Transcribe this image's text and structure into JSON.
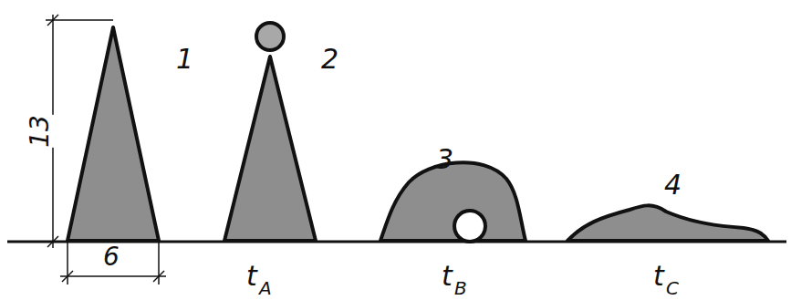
{
  "diagram": {
    "labels": [
      "13",
      "6",
      "1",
      "2",
      "3",
      "4",
      "t",
      "A",
      "t",
      "B",
      "t",
      "C"
    ]
  }
}
